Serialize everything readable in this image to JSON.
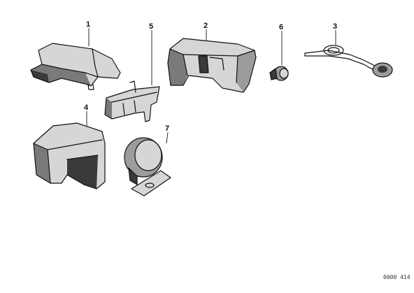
{
  "callouts": {
    "c1": "1",
    "c2": "2",
    "c3": "3",
    "c4": "4",
    "c5": "5",
    "c6": "6",
    "c7": "7"
  },
  "reference_code": "0000 414"
}
